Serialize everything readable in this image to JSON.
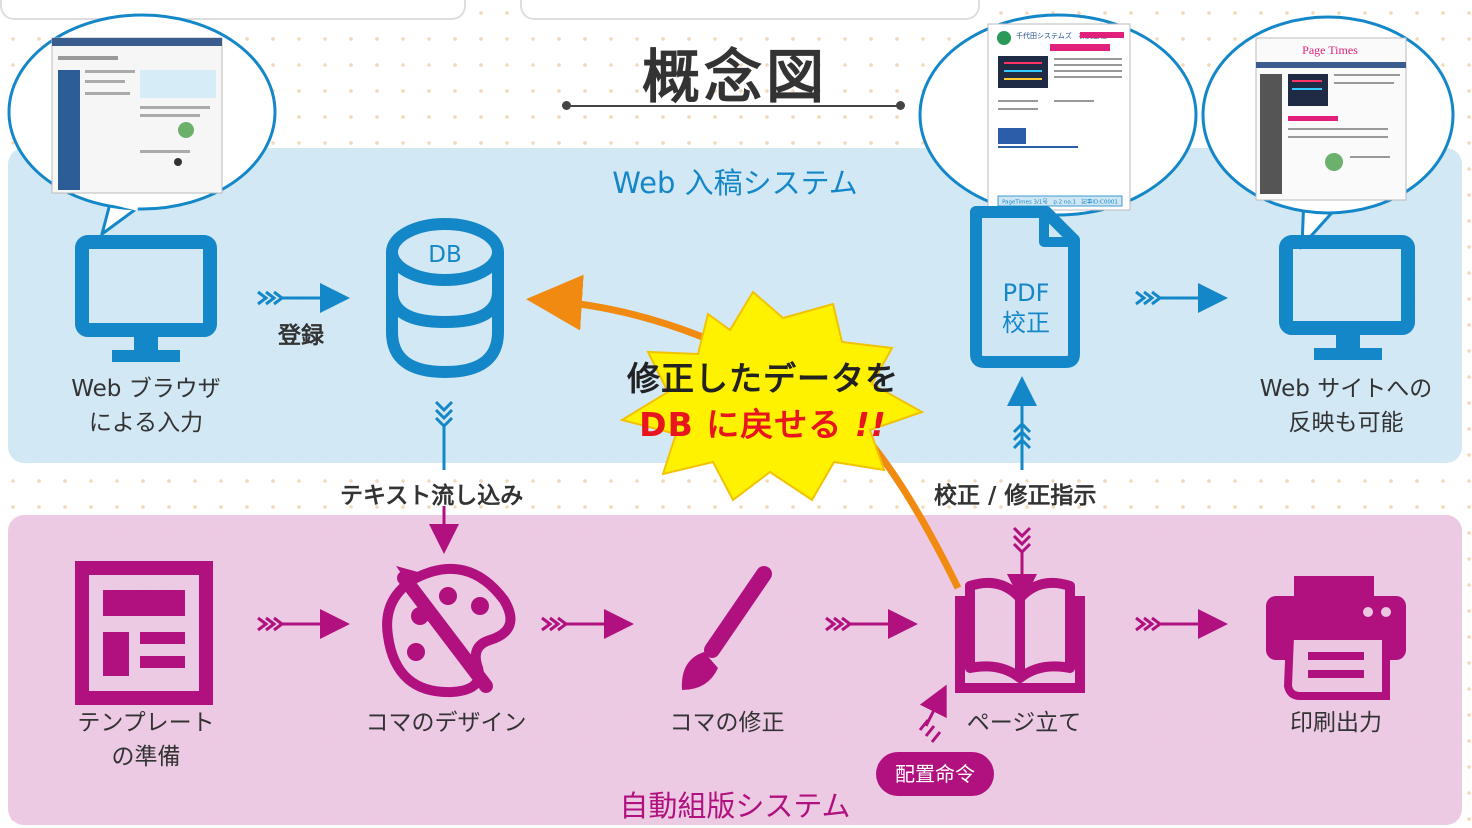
{
  "title": "概念図",
  "web_system": {
    "title": "Web 入稿システム",
    "browser_input": [
      "Web ブラウザ",
      "による入力"
    ],
    "register": "登録",
    "db": "DB",
    "pdf_proof": [
      "PDF",
      "校正"
    ],
    "website": [
      "Web サイトへの",
      "反映も可能"
    ]
  },
  "flow_labels": {
    "text_flow": "テキスト流し込み",
    "proof_instruction": "校正 / 修正指示"
  },
  "highlight": {
    "line1": "修正したデータを",
    "line2_part1": "DB",
    "line2_part2": "に戻せる",
    "line2_part3": "!!"
  },
  "auto_system": {
    "title": "自動組版システム",
    "template": [
      "テンプレート",
      "の準備"
    ],
    "koma_design": "コマのデザイン",
    "koma_fix": "コマの修正",
    "page_layout": "ページ立て",
    "print_output": "印刷出力",
    "placement_command": "配置命令"
  },
  "thumbnails": {
    "pdf_header": "千代田システムズ　株式会社",
    "pdf_footer": "PageTimes 3/1号　p.2 no.1　記事ID:C0001",
    "web_header": "Page Times"
  },
  "colors": {
    "web_blue": "#1487c8",
    "auto_magenta": "#b0117f",
    "arrow_orange": "#f08a10",
    "highlight_red": "#e8141e",
    "burst_yellow": "#fff200"
  }
}
